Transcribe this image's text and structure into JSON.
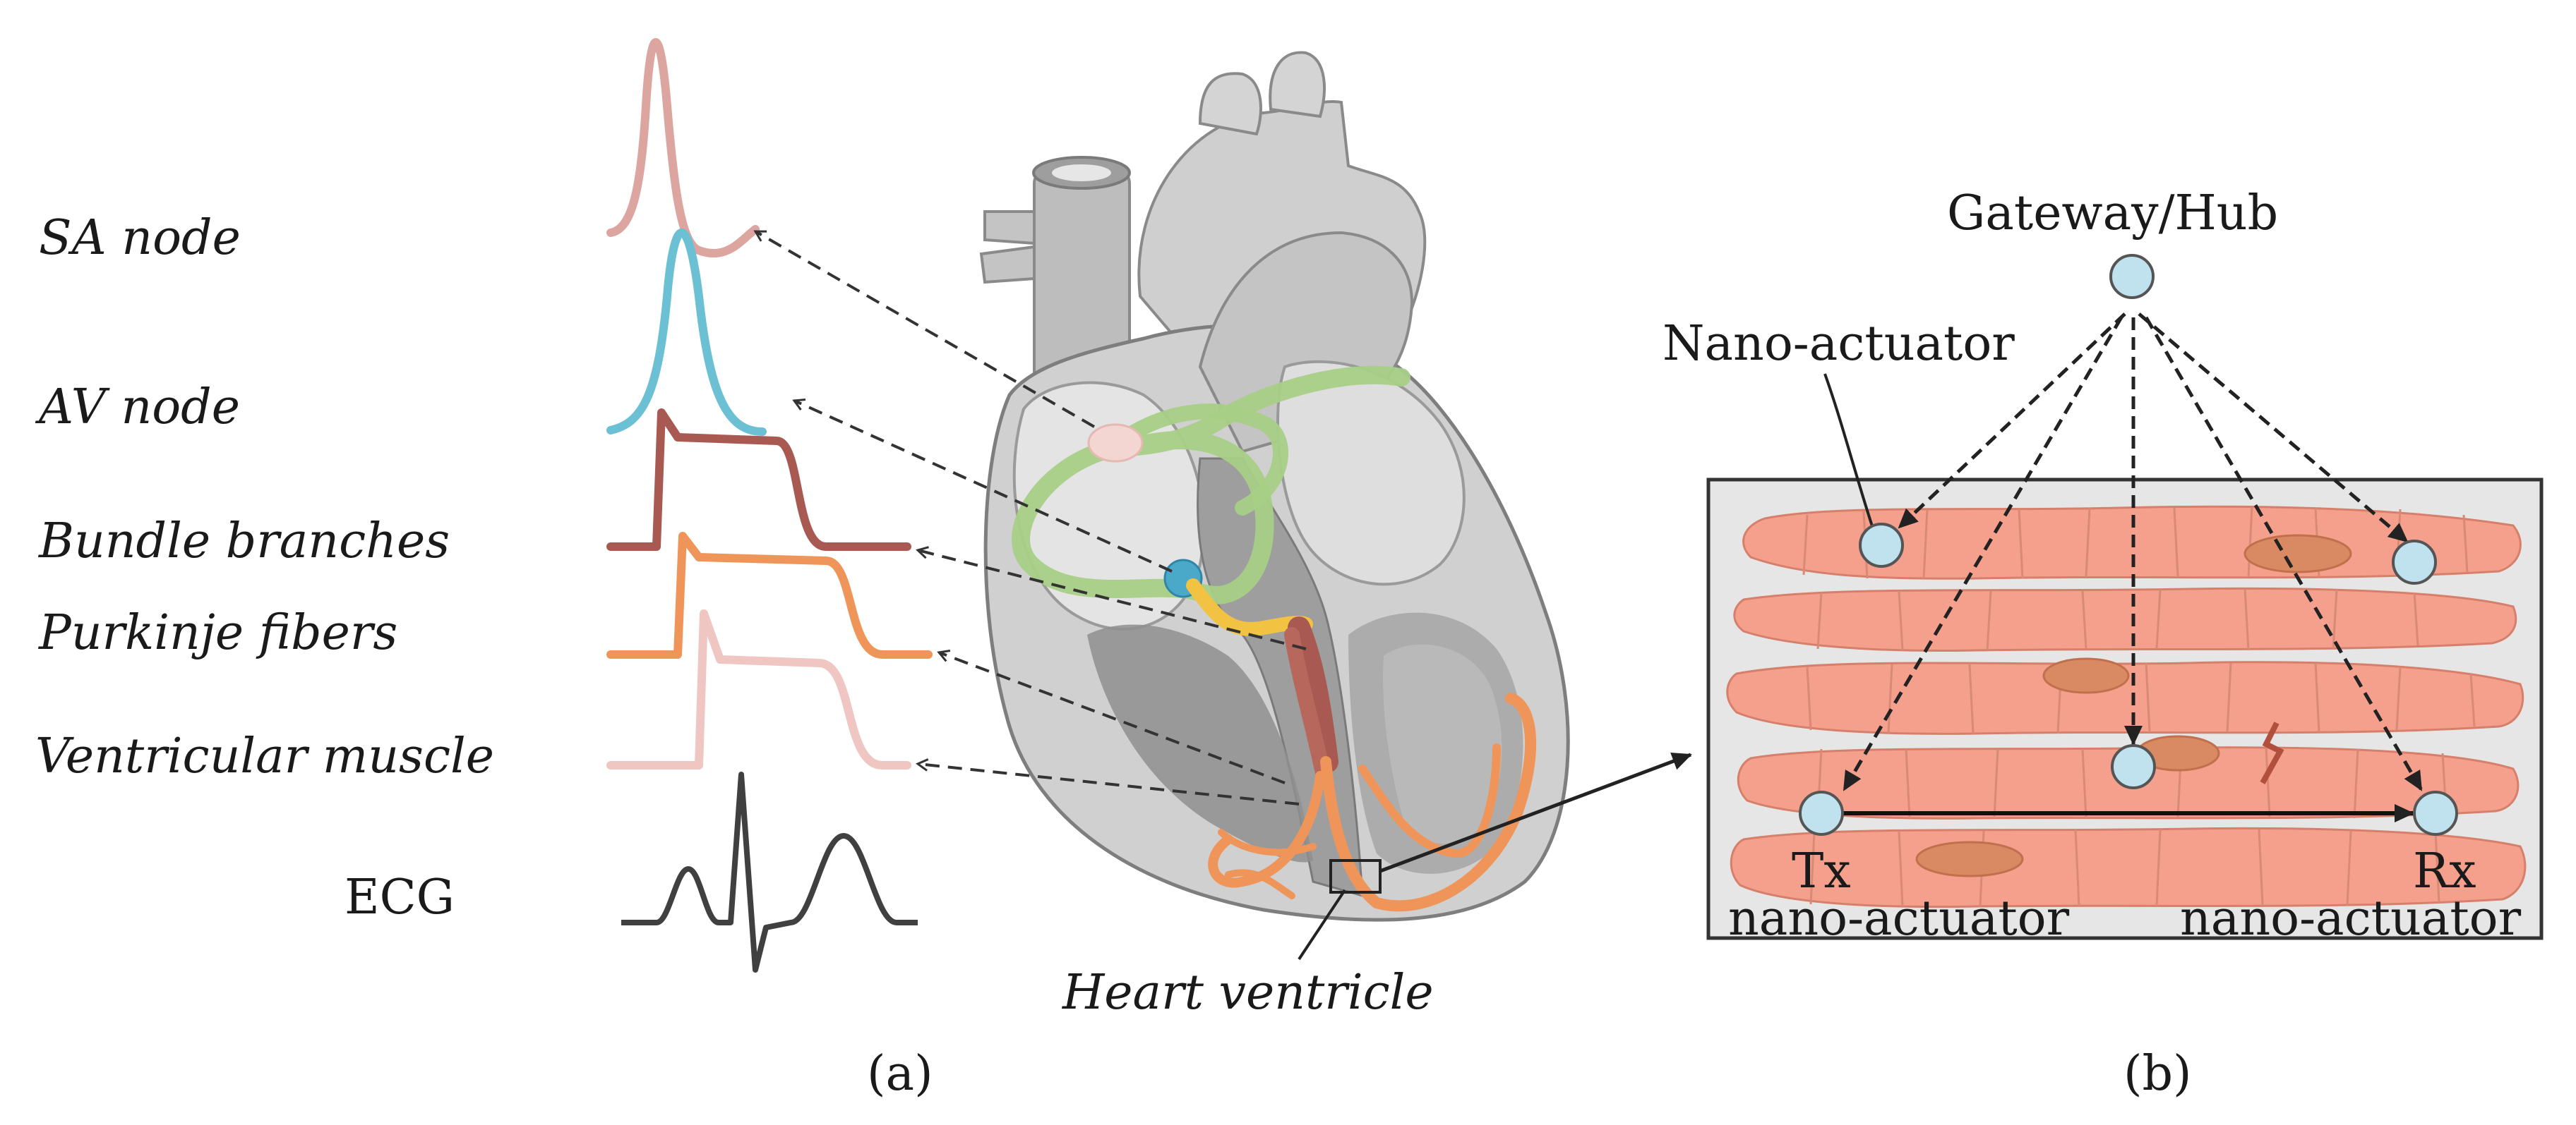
{
  "panel_a": {
    "labels": {
      "sa_node": "SA node",
      "av_node": "AV node",
      "bundle_branches": "Bundle branches",
      "purkinje_fibers": "Purkinje fibers",
      "ventricular_muscle": "Ventricular muscle",
      "ecg": "ECG",
      "heart_ventricle": "Heart ventricle"
    },
    "caption": "(a)",
    "colors": {
      "sa": "#dda5a0",
      "av": "#6cc0d4",
      "bundle": "#a85a52",
      "purkinje": "#f0955a",
      "ventricular": "#efc6c2",
      "ecg": "#404040",
      "conduction_green": "#a8cf86",
      "heart_gray": "#c9c9c9"
    }
  },
  "panel_b": {
    "labels": {
      "gateway": "Gateway/Hub",
      "nano_actuator": "Nano-actuator",
      "tx_line1": "Tx",
      "tx_line2": "nano-actuator",
      "rx_line1": "Rx",
      "rx_line2": "nano-actuator"
    },
    "caption": "(b)",
    "colors": {
      "node_fill": "#bfe2ee",
      "tissue": "#f4a08c",
      "nucleus": "#d98a62",
      "frame_bg": "#e6e6e6"
    }
  }
}
